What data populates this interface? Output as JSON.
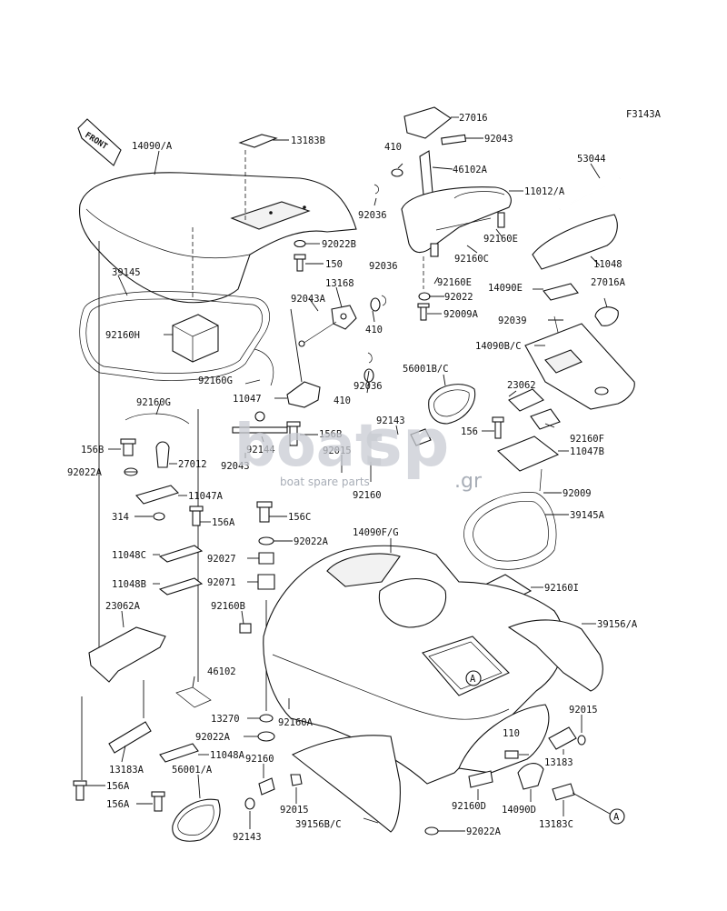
{
  "diagram_code": "F3143A",
  "front_label": "FRONT",
  "watermark": {
    "brand_a": "boat",
    "brand_b": "sp",
    "suffix": ".gr",
    "tagline": "boat spare parts"
  },
  "callout_a": "A",
  "labels": {
    "l27016": "27016",
    "l92043top": "92043",
    "l13183B": "13183B",
    "l14090A": "14090/A",
    "l410a": "410",
    "l46102A": "46102A",
    "l53044": "53044",
    "l11012A": "11012/A",
    "l92022B": "92022B",
    "l92036a": "92036",
    "l92160E1": "92160E",
    "l92160C": "92160C",
    "l150": "150",
    "l92036b": "92036",
    "l11048": "11048",
    "l27016A": "27016A",
    "l39145": "39145",
    "l13168": "13168",
    "l92160E2": "92160E",
    "l14090E": "14090E",
    "l92043A": "92043A",
    "l92022": "92022",
    "l92009A": "92009A",
    "l410b": "410",
    "l92039": "92039",
    "l92160H": "92160H",
    "l14090BC": "14090B/C",
    "l92160G1": "92160G",
    "l92036c": "92036",
    "l56001BC": "56001B/C",
    "l23062": "23062",
    "l11047": "11047",
    "l410c": "410",
    "l92160G2": "92160G",
    "l92143a": "92143",
    "l156": "156",
    "l92160F": "92160F",
    "l156B1": "156B",
    "l92144": "92144",
    "l156B2": "156B",
    "l11047B": "11047B",
    "l27012": "27012",
    "l92043b": "92043",
    "l92015a": "92015",
    "l92022A1": "92022A",
    "l92160a": "92160",
    "l92009": "92009",
    "l11047A": "11047A",
    "l156A1": "156A",
    "l156C": "156C",
    "l14090FG": "14090F/G",
    "l314": "314",
    "l39145A": "39145A",
    "l92022A2": "92022A",
    "l11048C": "11048C",
    "l92027": "92027",
    "l11048B": "11048B",
    "l92071": "92071",
    "l92160I": "92160I",
    "l92160B": "92160B",
    "l23062A": "23062A",
    "l39156A": "39156/A",
    "l46102": "46102",
    "l13270": "13270",
    "l92160A": "92160A",
    "l92015b": "92015",
    "l92022A3": "92022A",
    "l11048A": "11048A",
    "l110": "110",
    "l13183A": "13183A",
    "l13183": "13183",
    "l92160b": "92160",
    "l56001A": "56001/A",
    "l156A2": "156A",
    "l92160D": "92160D",
    "l14090D": "14090D",
    "l92015c": "92015",
    "l156A3": "156A",
    "l13183C": "13183C",
    "l39156BC": "39156B/C",
    "l92143b": "92143",
    "l92022A4": "92022A"
  }
}
